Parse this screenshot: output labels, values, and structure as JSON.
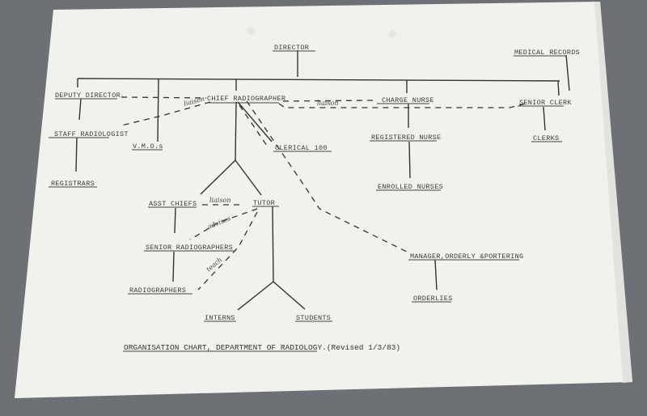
{
  "chart": {
    "nodes": {
      "director": "DIRECTOR",
      "medical_records": "MEDICAL RECORDS",
      "deputy_director": "DEPUTY DIRECTOR",
      "chief_radiographer": "CHIEF RADIOGRAPHER",
      "charge_nurse": "CHARGE NURSE",
      "senior_clerk": "SENIOR CLERK",
      "staff_radiologist": "STAFF RADIOLOGIST",
      "vmos": "V.M.O.s",
      "clerical": "CLERICAL 100",
      "registered_nurse": "REGISTERED NURSE",
      "clerks": "CLERKS",
      "registrars": "REGISTRARS",
      "enrolled_nurses": "ENROLLED NURSES",
      "asst_chiefs": "ASST CHIEFS",
      "tutor": "TUTOR",
      "senior_radiographers": "SENIOR RADIOGRAPHERS",
      "manager": "MANAGER,ORDERLY &PORTERING",
      "radiographers": "RADIOGRAPHERS",
      "orderlies": "ORDERLIES",
      "interns": "INTERNS",
      "students": "STUDENTS"
    },
    "annotations": {
      "liaison_1": "liaison",
      "liaison_2": "liaison",
      "liaison_3": "liaison",
      "advises": "advises",
      "teach": "teach"
    },
    "caption": "ORGANISATION CHART, DEPARTMENT OF RADIOLOGY.",
    "caption_suffix": "(Revised 1/3/83)"
  }
}
